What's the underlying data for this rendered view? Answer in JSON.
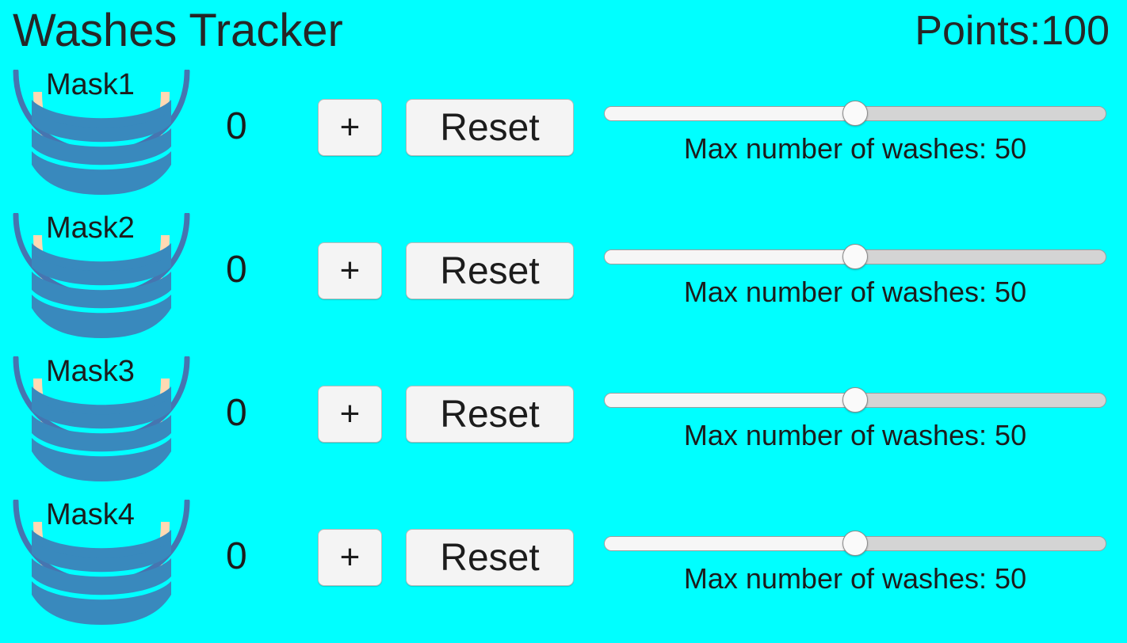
{
  "header": {
    "title": "Washes Tracker",
    "points_text": "Points:100",
    "points_label": "Points:",
    "points_value": 100
  },
  "colors": {
    "background": "#00ffff",
    "text": "#1c1c1c",
    "button_face": "#f4f4f4",
    "button_border": "#b9b9b9",
    "mask_body": "#3989bd",
    "mask_outline": "#4675b0",
    "mask_strap": "#ffd9b3",
    "slider_track": "#d4d4d4",
    "slider_fill": "#f6f6f6",
    "slider_thumb": "#fafafa"
  },
  "row_controls": {
    "plus_label": "+",
    "reset_label": "Reset",
    "slider_caption_prefix": "Max number of washes: "
  },
  "rows": [
    {
      "mask_name": "Mask1",
      "mask_icon": "face-mask-icon",
      "count": "0",
      "plus_label": "+",
      "reset_label": "Reset",
      "slider_caption": "Max number of washes: 50",
      "slider_value": 50,
      "slider_min": 0,
      "slider_max": 100,
      "slider_percent": 50
    },
    {
      "mask_name": "Mask2",
      "mask_icon": "face-mask-icon",
      "count": "0",
      "plus_label": "+",
      "reset_label": "Reset",
      "slider_caption": "Max number of washes: 50",
      "slider_value": 50,
      "slider_min": 0,
      "slider_max": 100,
      "slider_percent": 50
    },
    {
      "mask_name": "Mask3",
      "mask_icon": "face-mask-icon",
      "count": "0",
      "plus_label": "+",
      "reset_label": "Reset",
      "slider_caption": "Max number of washes: 50",
      "slider_value": 50,
      "slider_min": 0,
      "slider_max": 100,
      "slider_percent": 50
    },
    {
      "mask_name": "Mask4",
      "mask_icon": "face-mask-icon",
      "count": "0",
      "plus_label": "+",
      "reset_label": "Reset",
      "slider_caption": "Max number of washes: 50",
      "slider_value": 50,
      "slider_min": 0,
      "slider_max": 100,
      "slider_percent": 50
    }
  ]
}
